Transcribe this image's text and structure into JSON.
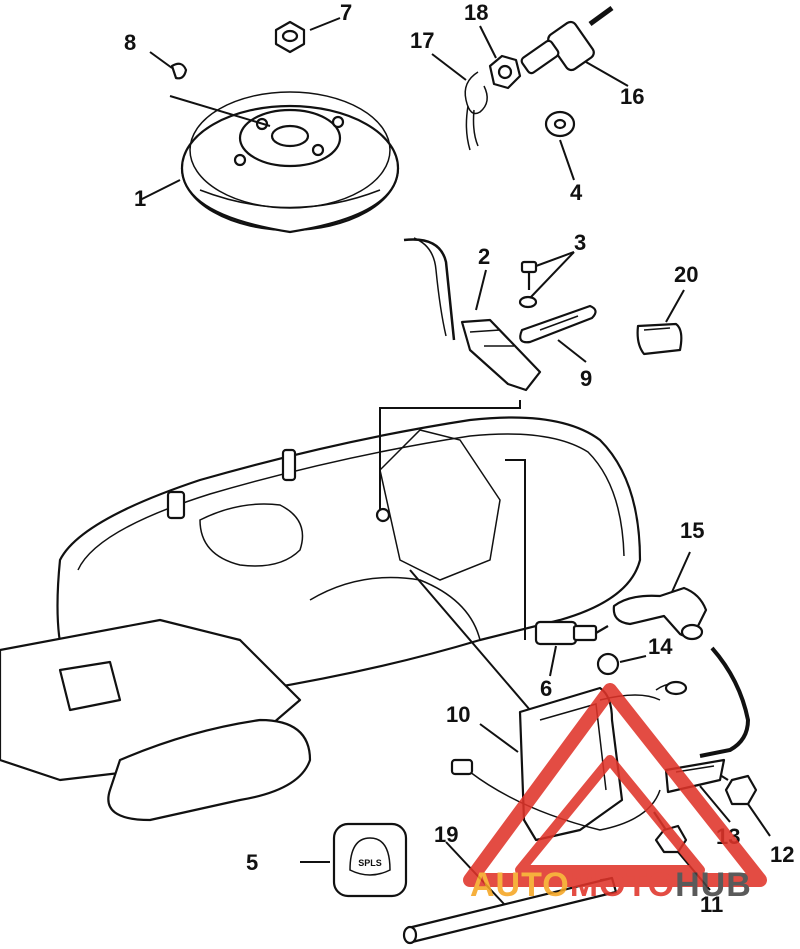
{
  "parts": [
    {
      "id": "1",
      "label": "1"
    },
    {
      "id": "2",
      "label": "2"
    },
    {
      "id": "3",
      "label": "3"
    },
    {
      "id": "4",
      "label": "4"
    },
    {
      "id": "5",
      "label": "5"
    },
    {
      "id": "6",
      "label": "6"
    },
    {
      "id": "7",
      "label": "7"
    },
    {
      "id": "8",
      "label": "8"
    },
    {
      "id": "9",
      "label": "9"
    },
    {
      "id": "10",
      "label": "10"
    },
    {
      "id": "11",
      "label": "11"
    },
    {
      "id": "12",
      "label": "12"
    },
    {
      "id": "13",
      "label": "13"
    },
    {
      "id": "14",
      "label": "14"
    },
    {
      "id": "15",
      "label": "15"
    },
    {
      "id": "16",
      "label": "16"
    },
    {
      "id": "17",
      "label": "17"
    },
    {
      "id": "18",
      "label": "18"
    },
    {
      "id": "19",
      "label": "19"
    },
    {
      "id": "20",
      "label": "20"
    }
  ],
  "watermark": {
    "part1": "AUTO",
    "part2": "MOTO",
    "part3": "HUB"
  },
  "decal_text": "SPLS",
  "colors": {
    "ink": "#111111",
    "watermark_red": "#e0342a",
    "watermark_orange": "#f5a623",
    "watermark_gray": "#444444"
  }
}
